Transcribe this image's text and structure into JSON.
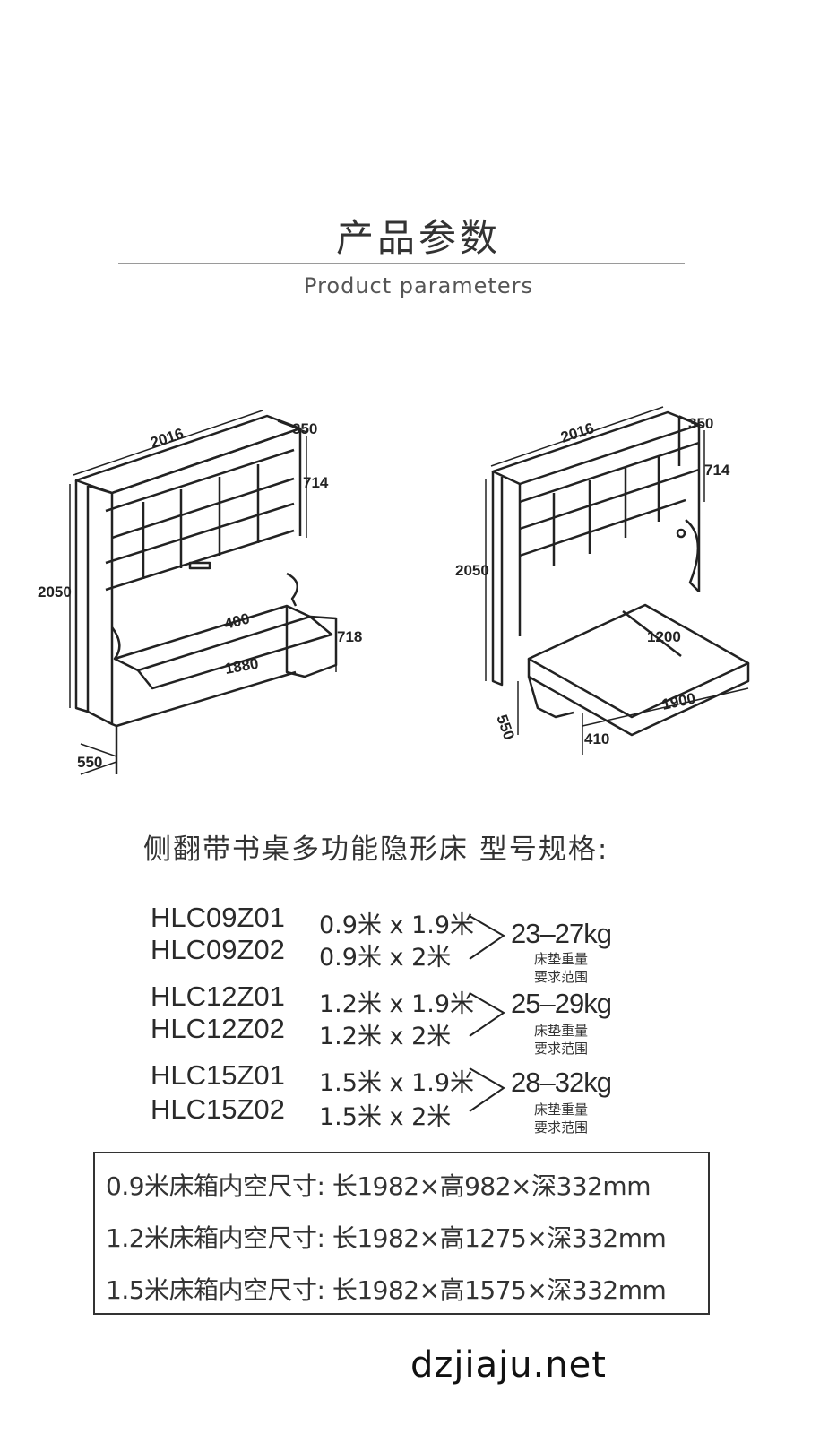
{
  "header": {
    "title_cn": "产品参数",
    "title_en": "Product parameters"
  },
  "drawing_left": {
    "dims": [
      "2016",
      "350",
      "714",
      "2050",
      "400",
      "718",
      "1880",
      "550"
    ]
  },
  "drawing_right": {
    "dims": [
      "2016",
      "350",
      "714",
      "2050",
      "1200",
      "1900",
      "550",
      "410"
    ]
  },
  "spec": {
    "title": "侧翻带书桌多功能隐形床  型号规格:",
    "groups": [
      {
        "rows": [
          {
            "model": "HLC09Z01",
            "size": "0.9米 x  1.9米"
          },
          {
            "model": "HLC09Z02",
            "size": "0.9米 x  2米"
          }
        ],
        "weight": "23–27kg",
        "note_line1": "床垫重量",
        "note_line2": "要求范围"
      },
      {
        "rows": [
          {
            "model": "HLC12Z01",
            "size": "1.2米 x 1.9米"
          },
          {
            "model": "HLC12Z02",
            "size": "1.2米 x  2米"
          }
        ],
        "weight": "25–29kg",
        "note_line1": "床垫重量",
        "note_line2": "要求范围"
      },
      {
        "rows": [
          {
            "model": "HLC15Z01",
            "size": "1.5米 x 1.9米"
          },
          {
            "model": "HLC15Z02",
            "size": "1.5米 x  2米"
          }
        ],
        "weight": "28–32kg",
        "note_line1": "床垫重量",
        "note_line2": "要求范围"
      }
    ]
  },
  "box": {
    "lines": [
      "0.9米床箱内空尺寸: 长1982×高982×深332mm",
      "1.2米床箱内空尺寸: 长1982×高1275×深332mm",
      "1.5米床箱内空尺寸: 长1982×高1575×深332mm"
    ]
  },
  "footer": {
    "site": "dzjiaju.net"
  }
}
